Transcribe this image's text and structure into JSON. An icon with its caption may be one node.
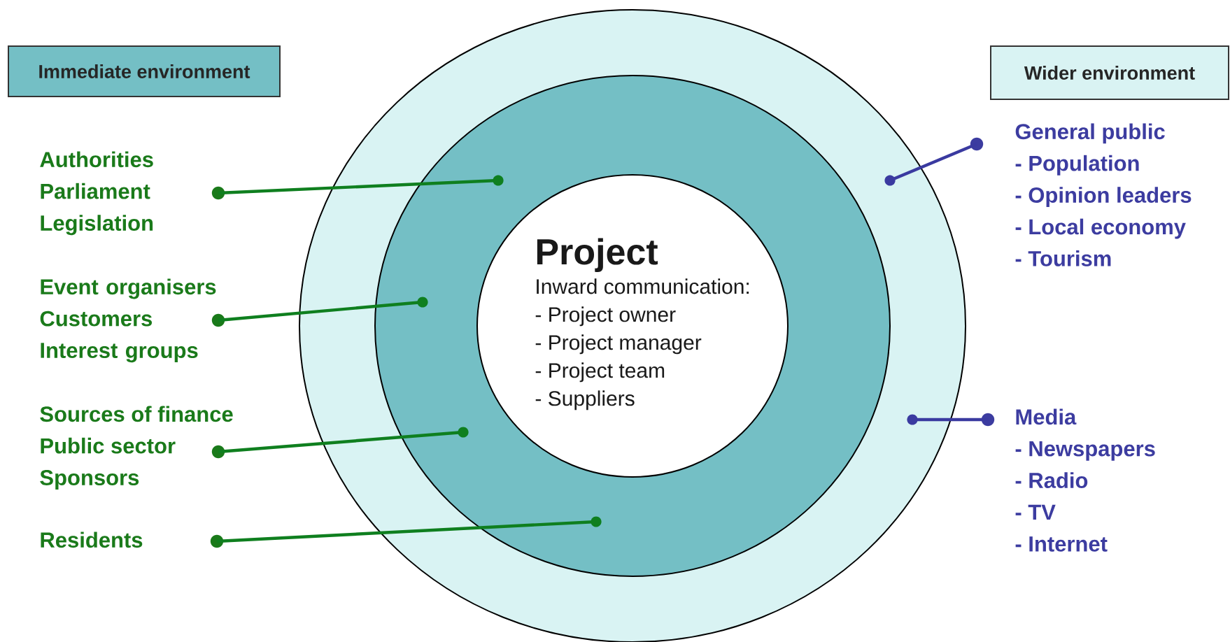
{
  "diagram": {
    "nodes": [
      {
        "text": [
          "Immediate environment"
        ]
      },
      {
        "text": [
          "Wider environment"
        ]
      },
      {
        "text": [],
        "shape": "circle"
      },
      {
        "text": [],
        "shape": "circle",
        "in": 2
      },
      {
        "text": [
          "Project",
          "Inward communication:",
          "- Project owner",
          "- Project manager",
          "- Project team",
          "- Suppliers"
        ],
        "in": 3
      },
      {
        "text": [
          "Authorities",
          "Parliament",
          "Legislation"
        ]
      },
      {
        "text": [
          "Event organisers",
          "Customers",
          "Interest groups"
        ]
      },
      {
        "text": [
          "Sources of finance",
          "Public sector",
          "Sponsors"
        ]
      },
      {
        "text": [
          "Residents"
        ]
      },
      {
        "text": [
          "General public",
          "- Population",
          "- Opinion leaders",
          "- Local economy",
          "- Tourism"
        ]
      },
      {
        "text": [
          "Media",
          "- Newspapers",
          "- Radio",
          "- TV",
          "- Internet"
        ]
      }
    ],
    "edges": [
      {
        "from": 5,
        "to": 3,
        "arrow": "other"
      },
      {
        "from": 6,
        "to": 3,
        "arrow": "other"
      },
      {
        "from": 7,
        "to": 3,
        "arrow": "other"
      },
      {
        "from": 8,
        "to": 3,
        "arrow": "other"
      },
      {
        "from": 9,
        "to": 2,
        "arrow": "other",
        "color": "#3a3aa0"
      },
      {
        "from": 10,
        "to": 2,
        "arrow": "other",
        "color": "#3a3aa0"
      }
    ]
  }
}
